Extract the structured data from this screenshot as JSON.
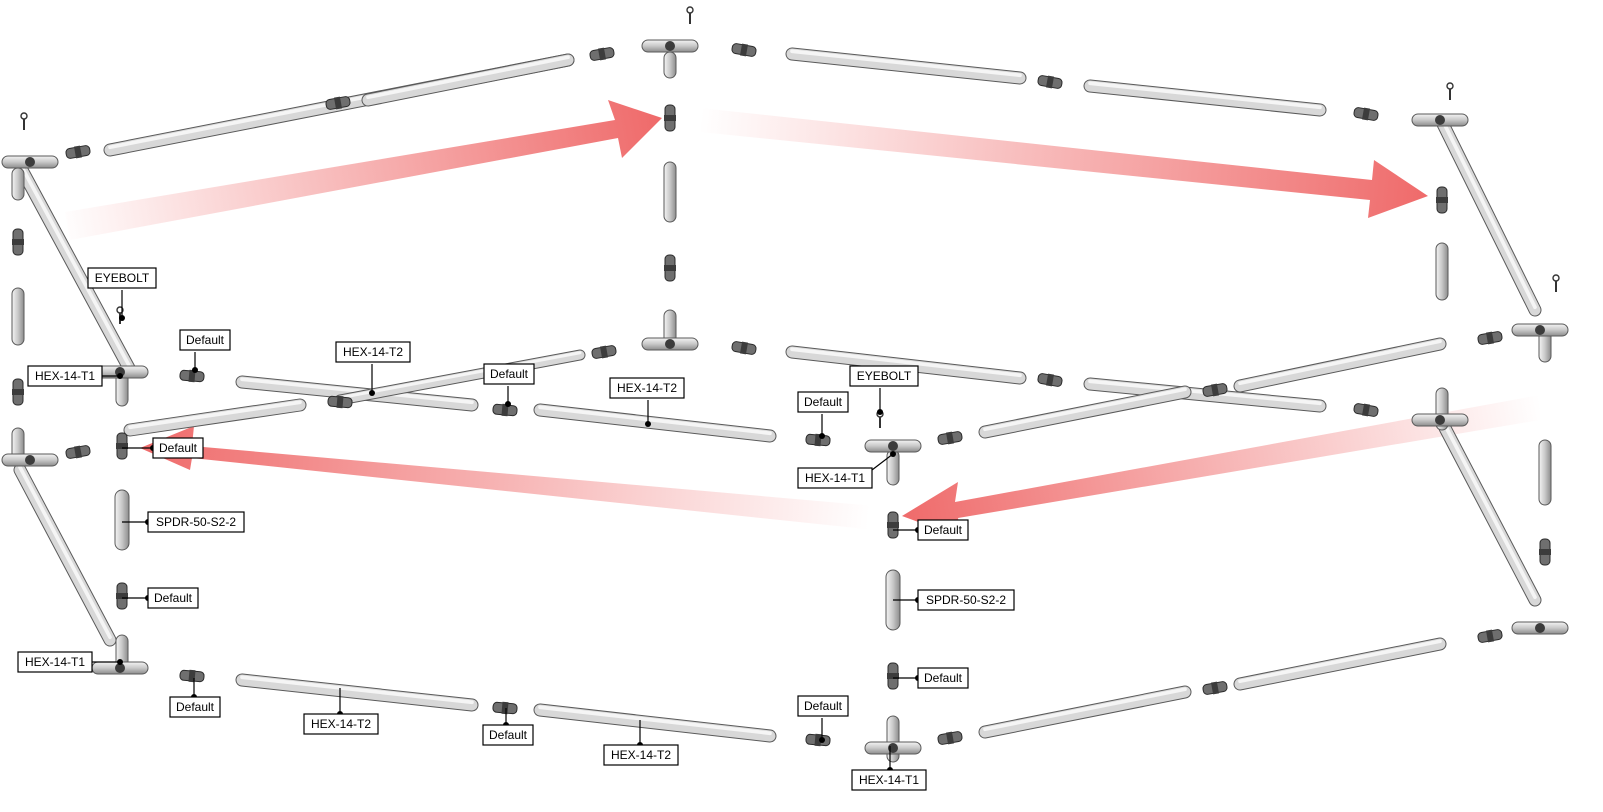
{
  "callouts": [
    {
      "id": "eyebolt-left",
      "text": "EYEBOLT"
    },
    {
      "id": "default-left-upper-coupler",
      "text": "Default"
    },
    {
      "id": "hex-t2-upper-left",
      "text": "HEX-14-T2"
    },
    {
      "id": "default-mid-upper-coupler",
      "text": "Default"
    },
    {
      "id": "hex-t2-upper-mid",
      "text": "HEX-14-T2"
    },
    {
      "id": "eyebolt-center",
      "text": "EYEBOLT"
    },
    {
      "id": "default-center-upper-coupler",
      "text": "Default"
    },
    {
      "id": "hex-t1-left-upper",
      "text": "HEX-14-T1"
    },
    {
      "id": "default-left-lower-joint",
      "text": "Default"
    },
    {
      "id": "hex-t1-center-upper",
      "text": "HEX-14-T1"
    },
    {
      "id": "spdr-left",
      "text": "SPDR-50-S2-2"
    },
    {
      "id": "default-left-coupler",
      "text": "Default"
    },
    {
      "id": "default-center-joint",
      "text": "Default"
    },
    {
      "id": "spdr-center",
      "text": "SPDR-50-S2-2"
    },
    {
      "id": "default-center-coupler",
      "text": "Default"
    },
    {
      "id": "hex-t1-left-lower",
      "text": "HEX-14-T1"
    },
    {
      "id": "default-left-bottom-coupler",
      "text": "Default"
    },
    {
      "id": "hex-t2-bottom-left",
      "text": "HEX-14-T2"
    },
    {
      "id": "default-bottom-mid-coupler",
      "text": "Default"
    },
    {
      "id": "hex-t2-bottom-mid",
      "text": "HEX-14-T2"
    },
    {
      "id": "default-center-bottom-coupler",
      "text": "Default"
    },
    {
      "id": "hex-t1-center-lower",
      "text": "HEX-14-T1"
    }
  ],
  "colors": {
    "arrow": "#ef6a6a",
    "tube_fill": "#d4d4d4",
    "tube_outline": "#5a5a5a",
    "connector": "#3c3c3c"
  }
}
